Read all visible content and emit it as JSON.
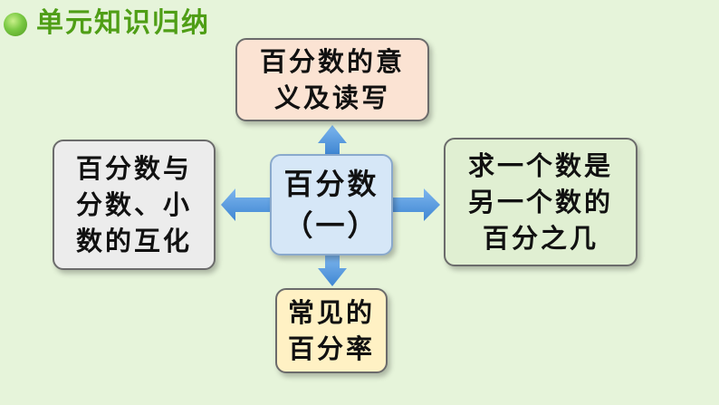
{
  "header": {
    "title": "单元知识归纳"
  },
  "center": {
    "lines": [
      "百分数",
      "（一）"
    ]
  },
  "top": {
    "lines": [
      "百分数的意",
      "义及读写"
    ]
  },
  "left": {
    "lines": [
      "百分数与",
      "分数、小",
      "数的互化"
    ]
  },
  "right": {
    "lines": [
      "求一个数是",
      "另一个数的",
      "百分之几"
    ]
  },
  "bottom": {
    "lines": [
      "常见的",
      "百分率"
    ]
  },
  "colors": {
    "accent": "#4f9e16",
    "arrow": "#4a90d9"
  }
}
